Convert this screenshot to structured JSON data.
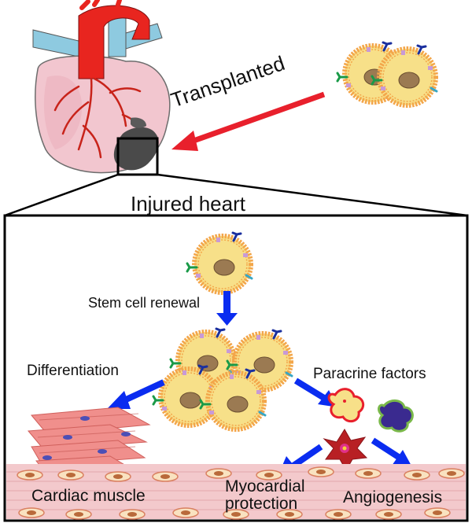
{
  "labels": {
    "transplanted": "Transplanted",
    "injured_heart": "Injured heart",
    "stem_cell_renewal": "Stem cell renewal",
    "differentiation": "Differentiation",
    "paracrine_factors": "Paracrine factors",
    "cardiac_muscle": "Cardiac muscle",
    "myocardial_protection_line1": "Myocardial",
    "myocardial_protection_line2": "protection",
    "angiogenesis": "Angiogenesis"
  },
  "colors": {
    "heart_body": "#f2c6cf",
    "aorta": "#e8251f",
    "vessel_blue": "#8ecae0",
    "coronary": "#c8231a",
    "infarct": "#4a4a4a",
    "cell_membrane": "#f3a64a",
    "cell_cytoplasm": "#f7e089",
    "nucleus": "#9b7a52",
    "arrow_red": "#e8202c",
    "arrow_blue": "#0a2cf0",
    "muscle": "#f08f8c",
    "tissue_base": "#f3c9cc",
    "receptor_blue": "#1a2f9e",
    "receptor_green": "#1a9a48",
    "receptor_teal": "#37a6c4",
    "factor_orange": "#e8a23c",
    "factor_purple": "#3a2a8f",
    "factor_red": "#b82024",
    "factor_green": "#7ab84a"
  }
}
